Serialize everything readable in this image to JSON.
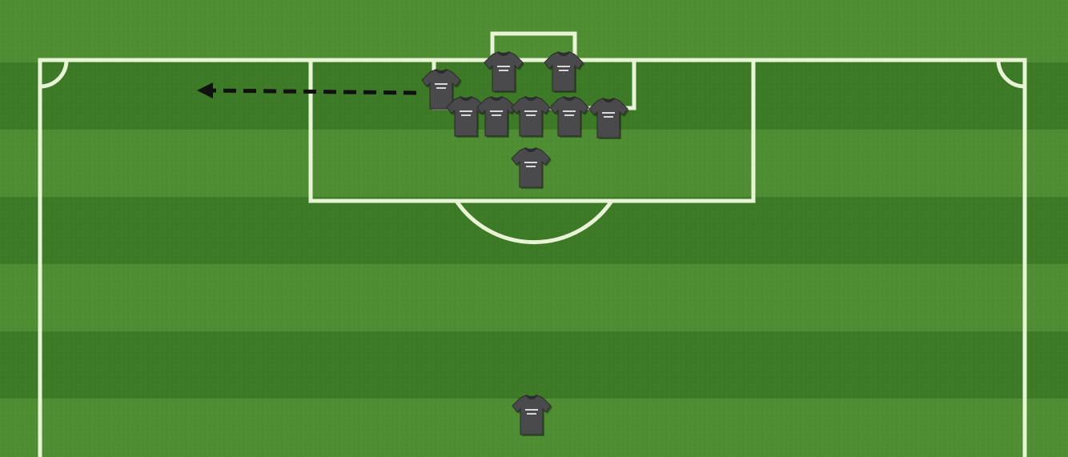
{
  "pitch": {
    "grass_light": "#4f8d33",
    "grass_dark": "#3d7a26",
    "line_color": "#e9f3d6"
  },
  "kit": {
    "shirt_color": "#4a4a4c",
    "collar_color": "#2c2c2e",
    "print_color": "#d8d8d8"
  },
  "arrow": {
    "color": "#111111",
    "style": "dashed",
    "direction": "left"
  },
  "players": [
    {
      "role": "player"
    },
    {
      "role": "player"
    },
    {
      "role": "player"
    },
    {
      "role": "player"
    },
    {
      "role": "player"
    },
    {
      "role": "player"
    },
    {
      "role": "player"
    },
    {
      "role": "player"
    },
    {
      "role": "player"
    },
    {
      "role": "player"
    }
  ]
}
